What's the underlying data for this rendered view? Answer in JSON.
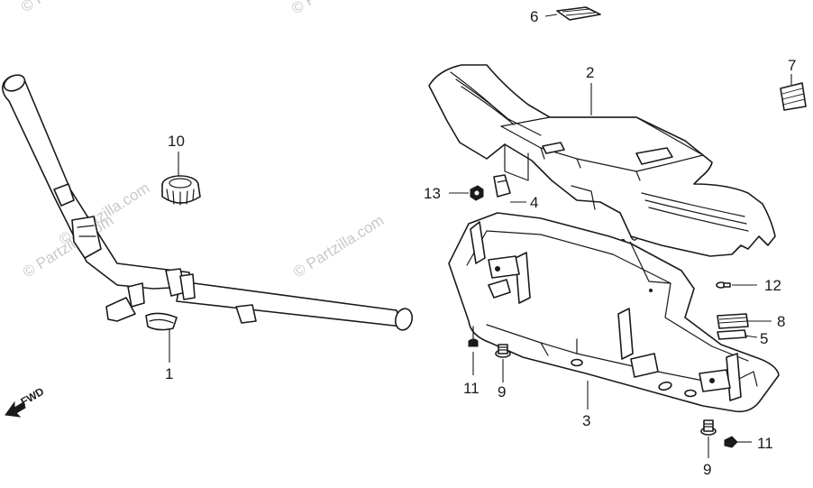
{
  "watermark": "© Partzilla.com",
  "fwd_label": "FWD",
  "callouts": {
    "c1": "1",
    "c2": "2",
    "c3": "3",
    "c4": "4",
    "c5": "5",
    "c6": "6",
    "c7": "7",
    "c8": "8",
    "c9a": "9",
    "c9b": "9",
    "c10": "10",
    "c11a": "11",
    "c11b": "11",
    "c12": "12",
    "c13": "13"
  }
}
